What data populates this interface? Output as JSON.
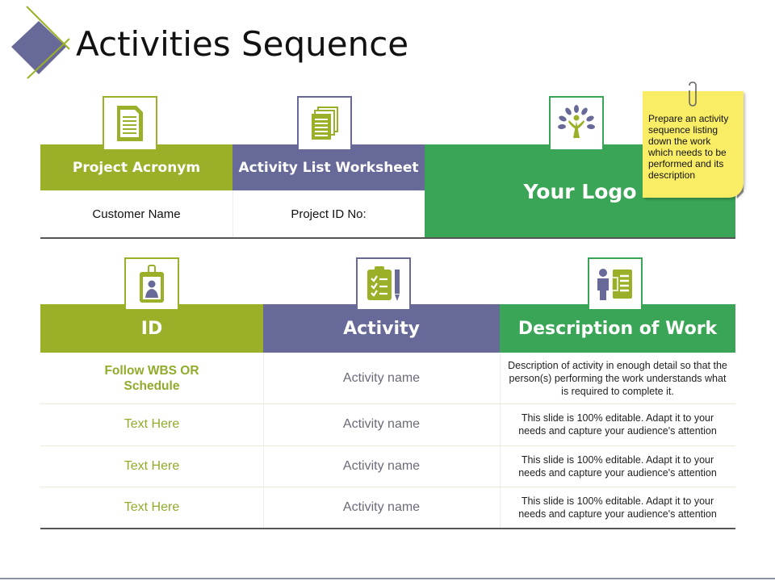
{
  "title": "Activities Sequence",
  "colors": {
    "olive": "#9bb028",
    "purple": "#676a98",
    "green": "#3aa556",
    "diamond": "#676a98"
  },
  "top_table": {
    "project_acronym": "Project Acronym",
    "activity_list_worksheet": "Activity List Worksheet",
    "your_logo": "Your Logo",
    "customer_name": "Customer Name",
    "project_id": "Project ID No:"
  },
  "sticky_note": "Prepare an activity sequence listing down the work which needs to be performed and its description",
  "main_table": {
    "headers": [
      "ID",
      "Activity",
      "Description of Work"
    ],
    "rows": [
      {
        "id": "Follow WBS OR Schedule",
        "activity": "Activity name",
        "description": "Description of activity in enough detail so that the person(s) performing the work understands what is required to complete it."
      },
      {
        "id": "Text Here",
        "activity": "Activity name",
        "description": "This slide is 100% editable. Adapt it to your needs and capture your audience's attention"
      },
      {
        "id": "Text Here",
        "activity": "Activity name",
        "description": "This slide is 100% editable. Adapt it to your needs and capture your audience's attention"
      },
      {
        "id": "Text Here",
        "activity": "Activity name",
        "description": "This slide is 100% editable. Adapt it to your needs and capture your audience's attention"
      }
    ]
  },
  "icons": [
    "document-icon",
    "stacked-documents-icon",
    "tree-logo-icon",
    "id-badge-icon",
    "clipboard-checklist-icon",
    "person-document-icon"
  ]
}
